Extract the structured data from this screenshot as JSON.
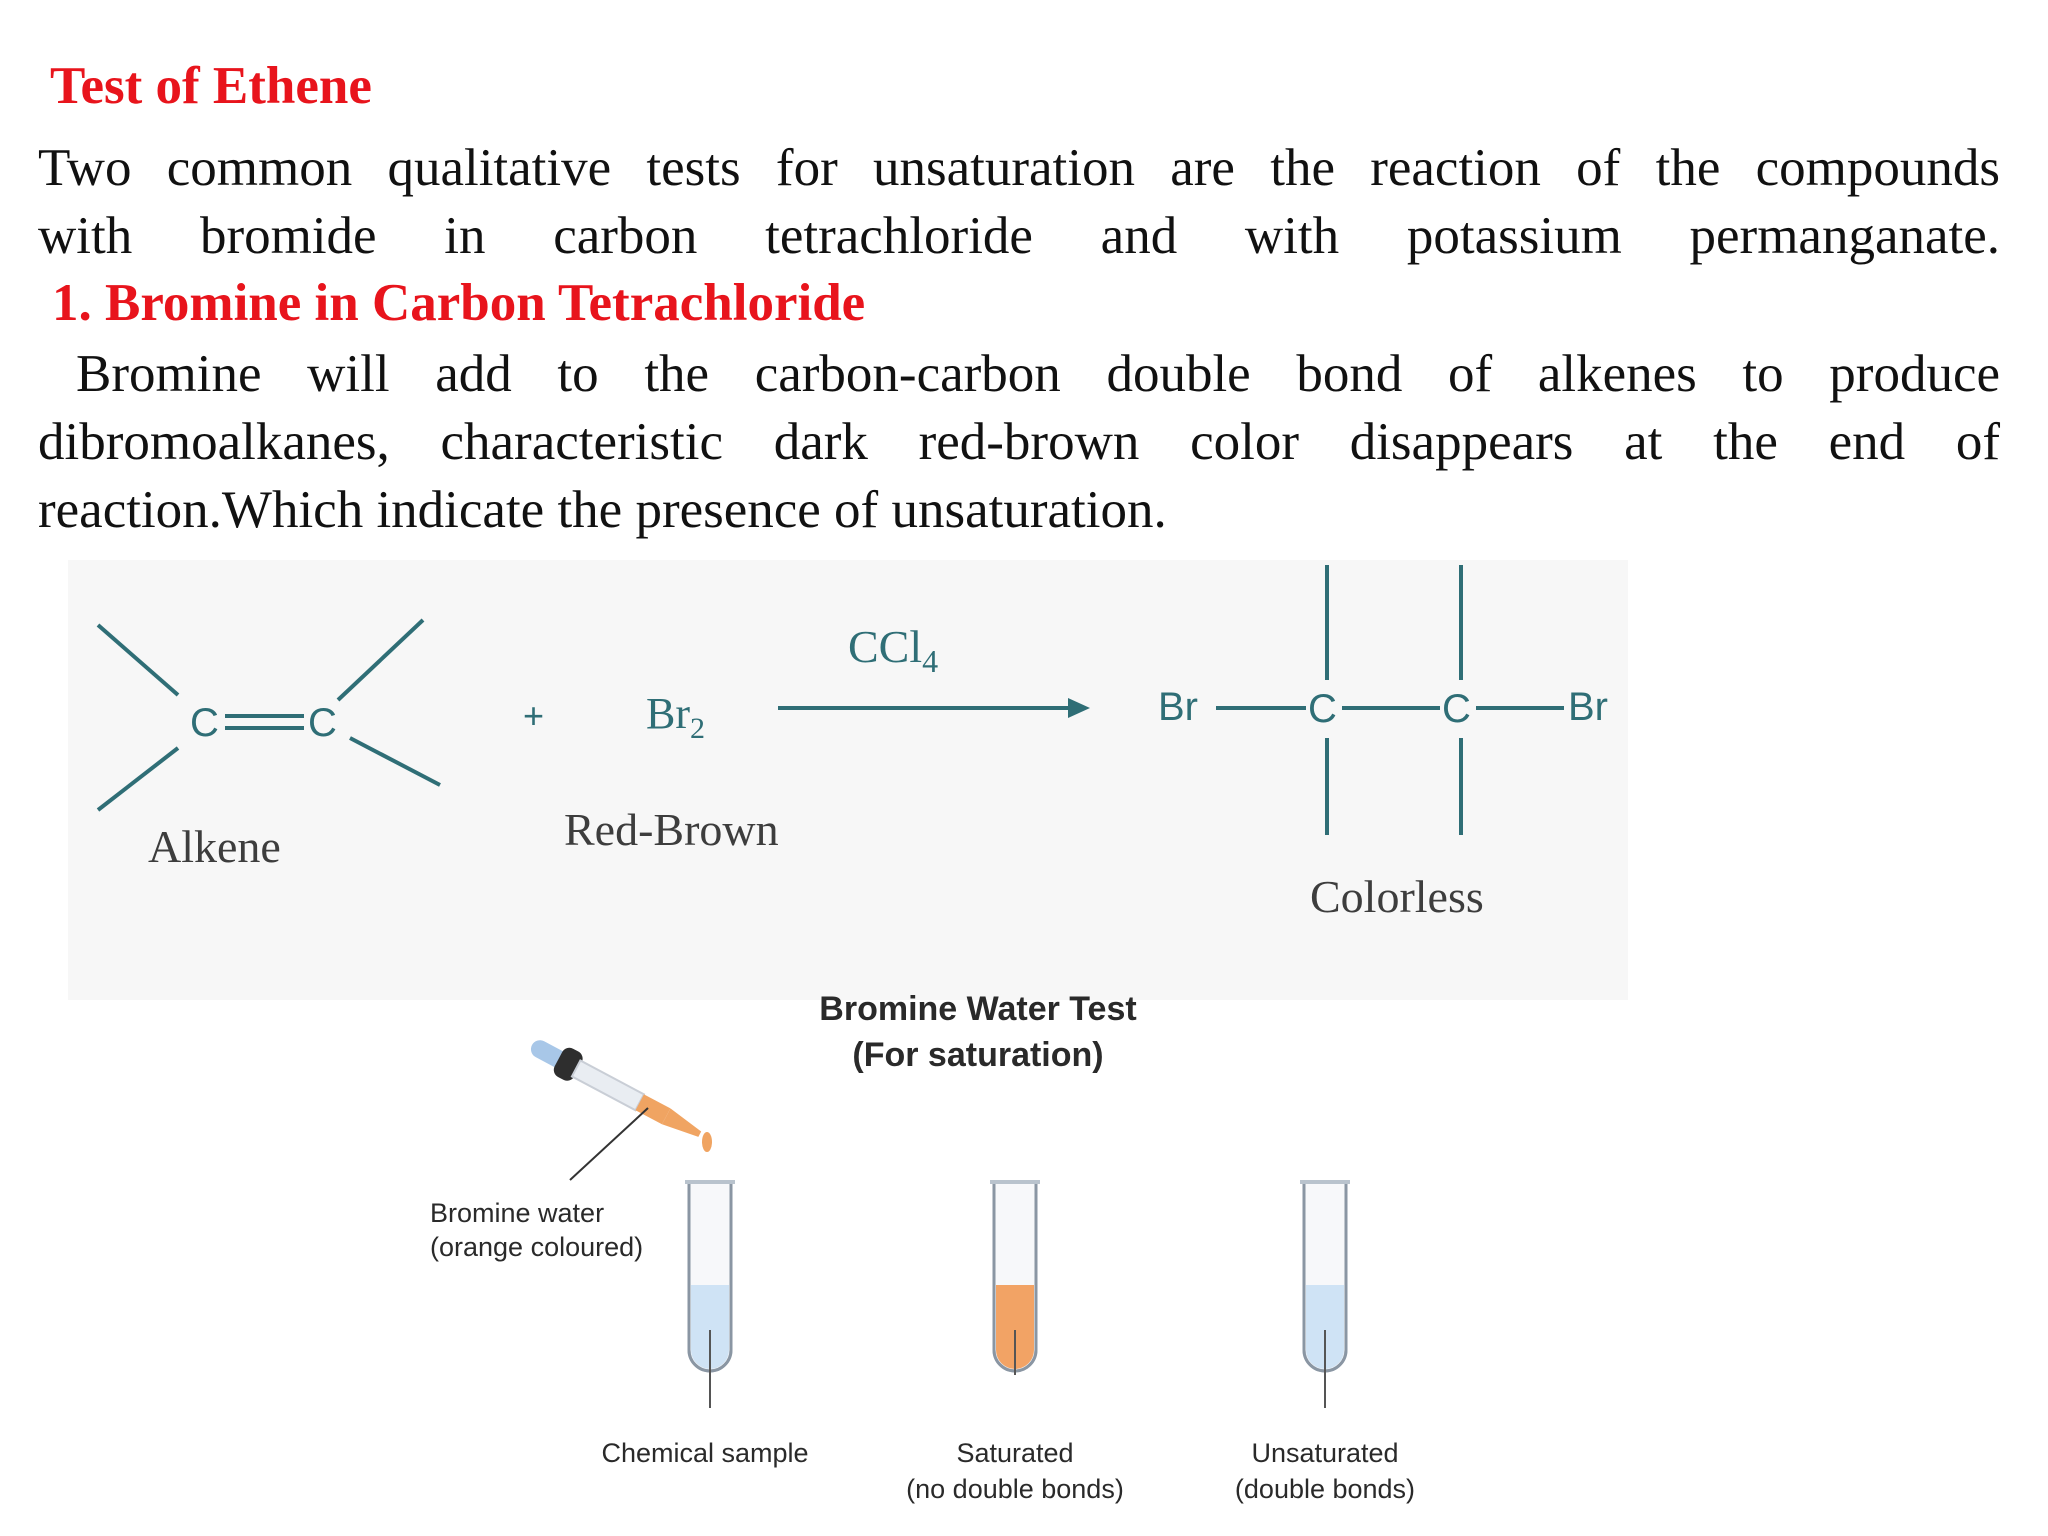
{
  "title": "Test of Ethene",
  "intro": {
    "line1": "Two common qualitative tests for unsaturation are the reaction of the compounds",
    "line2": "with bromide in carbon tetrachloride and with potassium permanganate."
  },
  "section1": {
    "heading": "1. Bromine in Carbon Tetrachloride",
    "line1": "Bromine will add to the carbon-carbon double bond of alkenes to produce",
    "line2": "dibromoalkanes, characteristic dark red-brown color disappears at the end of",
    "line3": "reaction.Which indicate the  presence of unsaturation."
  },
  "reaction": {
    "alkene_label": "Alkene",
    "carbon": "C",
    "plus": "+",
    "reagent": "Br",
    "reagent_sub": "2",
    "reagent_label": "Red-Brown",
    "solvent": "CCl",
    "solvent_sub": "4",
    "bromine": "Br",
    "product_label": "Colorless",
    "colors": {
      "ink": "#2f6e76",
      "label": "#3d3d3d"
    }
  },
  "bromine_water_test": {
    "title_line1": "Bromine Water Test",
    "title_line2": "(For saturation)",
    "dropper_label_line1": "Bromine water",
    "dropper_label_line2": "(orange coloured)",
    "tubes": [
      {
        "label_line1": "Chemical sample",
        "label_line2": "",
        "liquid_color": "#cfe3f5"
      },
      {
        "label_line1": "Saturated",
        "label_line2": "(no double bonds)",
        "liquid_color": "#f2a365"
      },
      {
        "label_line1": "Unsaturated",
        "label_line2": "(double bonds)",
        "liquid_color": "#cfe3f5"
      }
    ],
    "colors": {
      "bromine": "#f0a462",
      "text": "#2a2a2a"
    }
  }
}
